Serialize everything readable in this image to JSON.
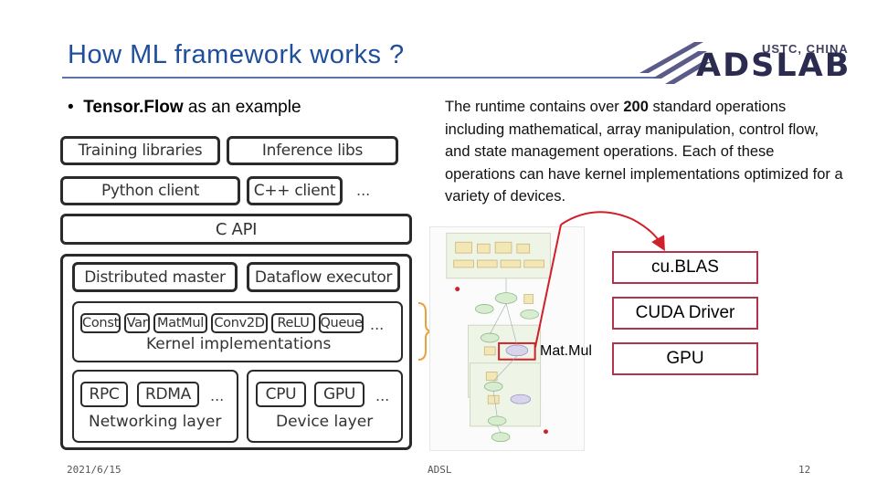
{
  "header": {
    "title": "How ML framework works ?",
    "logo_tag": "USTC, CHINA",
    "logo_word": "ADSLAB"
  },
  "bullet": {
    "marker": "•",
    "strong": "Tensor.Flow",
    "rest": " as an example"
  },
  "description": {
    "before": "The runtime contains over ",
    "number": "200",
    "after": " standard operations including mathematical, array manipulation, control flow, and state management operations. Each of these operations can have kernel implementations optimized for a variety of devices."
  },
  "stack": {
    "training_libraries": "Training libraries",
    "inference_libs": "Inference libs",
    "python_client": "Python client",
    "cpp_client": "C++ client",
    "client_more": "...",
    "c_api": "C API",
    "distributed_master": "Distributed master",
    "dataflow_executor": "Dataflow executor",
    "kernels": [
      "Const",
      "Var",
      "MatMul",
      "Conv2D",
      "ReLU",
      "Queue"
    ],
    "kernels_more": "...",
    "kernel_implementations": "Kernel implementations",
    "rpc": "RPC",
    "rdma": "RDMA",
    "net_more": "...",
    "networking_layer": "Networking layer",
    "cpu": "CPU",
    "gpu": "GPU",
    "dev_more": "...",
    "device_layer": "Device layer"
  },
  "right": {
    "matmul": "Mat.Mul",
    "cublas": "cu.BLAS",
    "cuda_driver": "CUDA Driver",
    "gpu": "GPU"
  },
  "footer": {
    "date": "2021/6/15",
    "org": "ADSL",
    "page": "12"
  },
  "colors": {
    "title": "#1f4e9c",
    "accent_red": "#d0202a",
    "box_border": "#b3334d",
    "brace": "#e8a23a"
  }
}
